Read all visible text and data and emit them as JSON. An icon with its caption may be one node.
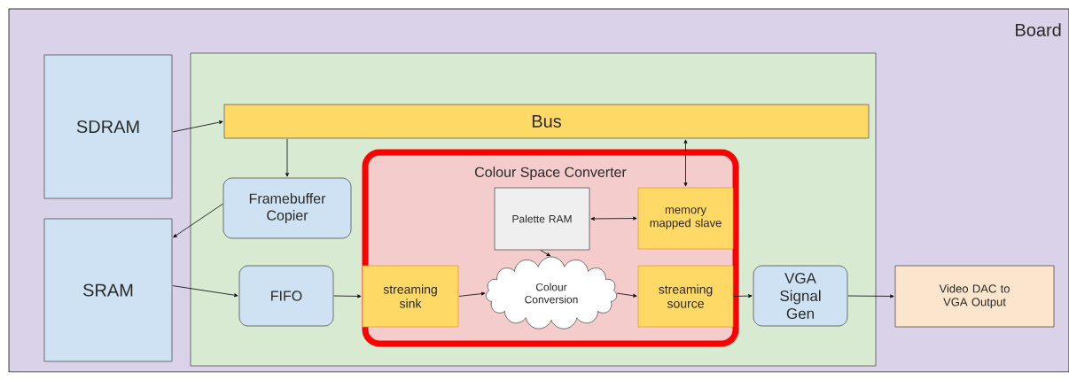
{
  "diagram": {
    "nodes": [
      {
        "text": [
          "Board"
        ]
      },
      {
        "text": [
          "SDRAM"
        ],
        "in": 0
      },
      {
        "text": [
          "SRAM"
        ],
        "in": 0
      },
      {
        "text": [],
        "shape": "box",
        "in": 0
      },
      {
        "text": [
          "Bus"
        ],
        "in": 3
      },
      {
        "text": [
          "Framebuffer Copier"
        ],
        "in": 3
      },
      {
        "text": [
          "FIFO"
        ],
        "in": 3
      },
      {
        "text": [
          "Colour Space Converter"
        ],
        "in": 3
      },
      {
        "text": [
          "Palette RAM"
        ],
        "in": 7
      },
      {
        "text": [
          "memory mapped slave"
        ],
        "in": 7
      },
      {
        "text": [
          "streaming sink"
        ],
        "in": 7
      },
      {
        "text": [
          "Colour Conversion"
        ],
        "in": 7
      },
      {
        "text": [
          "streaming source"
        ],
        "in": 7
      },
      {
        "text": [
          "VGA Signal Gen"
        ],
        "in": 3
      },
      {
        "text": [
          "Video DAC to VGA Output"
        ],
        "in": 0
      }
    ],
    "edges": [
      {
        "from": 1,
        "to": 4,
        "arrow": "to"
      },
      {
        "from": 4,
        "to": 5,
        "arrow": "to"
      },
      {
        "from": 5,
        "to": 2,
        "arrow": "to"
      },
      {
        "from": 2,
        "to": 6,
        "arrow": "to"
      },
      {
        "from": 4,
        "to": 9,
        "arrow": "both"
      },
      {
        "from": 8,
        "to": 9,
        "arrow": "both"
      },
      {
        "from": 8,
        "to": 11,
        "arrow": "to"
      },
      {
        "from": 6,
        "to": 10,
        "arrow": "to"
      },
      {
        "from": 10,
        "to": 11,
        "arrow": "to"
      },
      {
        "from": 11,
        "to": 12,
        "arrow": "to"
      },
      {
        "from": 12,
        "to": 13,
        "arrow": "to"
      },
      {
        "from": 13,
        "to": 14,
        "arrow": "to"
      }
    ]
  }
}
